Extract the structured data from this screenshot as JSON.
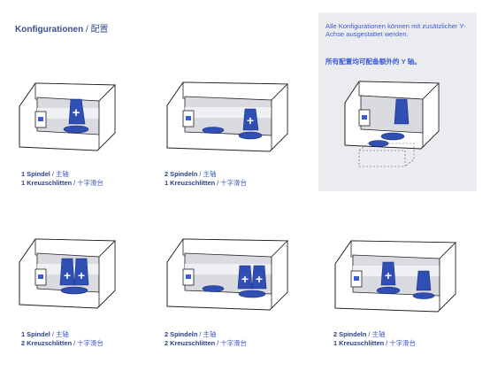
{
  "title": {
    "de": "Konfigurationen",
    "sep": " / ",
    "zh": "配置"
  },
  "note": {
    "de": "Alle Konfigurationen können mit zusätzlicher Y-Achse ausgestattet werden.",
    "zh": "所有配置均可配备额外的 Y 轴。"
  },
  "configs": [
    {
      "line1": {
        "de": "1 Spindel",
        "zh": "主轴"
      },
      "line2": {
        "de": "1 Kreuzschlitten",
        "zh": "十字滑台"
      }
    },
    {
      "line1": {
        "de": "2 Spindeln",
        "zh": "主轴"
      },
      "line2": {
        "de": "1 Kreuzschlitten",
        "zh": "十字滑台"
      }
    },
    {
      "line1": {
        "de": "1 Spindel",
        "zh": "主轴"
      },
      "line2": {
        "de": "2 Kreuzschlitten",
        "zh": "十字滑台"
      }
    },
    {
      "line1": {
        "de": "2 Spindeln",
        "zh": "主轴"
      },
      "line2": {
        "de": "2 Kreuzschlitten",
        "zh": "十字滑台"
      }
    },
    {
      "line1": {
        "de": "2 Spindeln",
        "zh": "主轴"
      },
      "line2": {
        "de": "1 Kreuzschlitten",
        "zh": "十字滑台"
      }
    }
  ],
  "colors": {
    "heading": "#3a4f96",
    "note_text": "#3a5bd6",
    "note_bg": "#ebecf0",
    "part_blue": "#2f4fb5",
    "gray": "#cfd2d8"
  }
}
